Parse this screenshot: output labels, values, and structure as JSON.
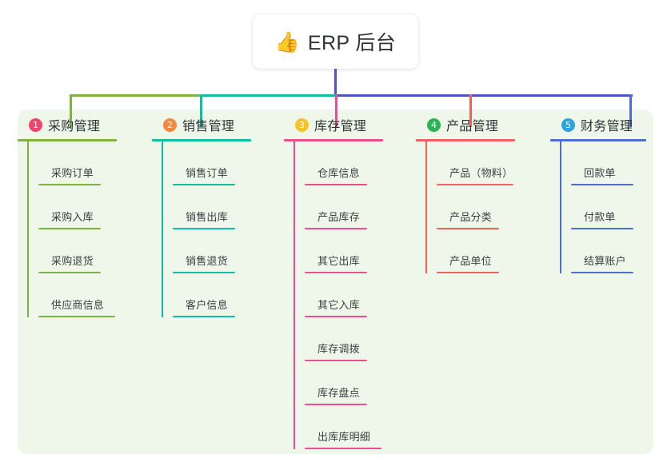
{
  "diagram": {
    "type": "mindmap",
    "canvas_bg": "#ffffff",
    "panel_bg": "#eef7e9",
    "root": {
      "icon": "thumbs-up-icon",
      "icon_glyph": "👍",
      "title": "ERP 后台",
      "stem_color": "#4c56c0"
    },
    "bus": [
      {
        "color": "#7cb342",
        "from": 87,
        "to": 250
      },
      {
        "color": "#0dbfa6",
        "from": 250,
        "to": 419
      },
      {
        "color": "#4c56c0",
        "from": 419,
        "to": 789
      }
    ],
    "branches": [
      {
        "number": "1",
        "title": "采购管理",
        "badge_color": "#f2456e",
        "accent": "#7cb342",
        "drop_color": "#7cb342",
        "items": [
          "采购订单",
          "采购入库",
          "采购退货",
          "供应商信息"
        ]
      },
      {
        "number": "2",
        "title": "销售管理",
        "badge_color": "#f5883c",
        "accent": "#0dbfa6",
        "drop_color": "#0dbfa6",
        "items": [
          "销售订单",
          "销售出库",
          "销售退货",
          "客户信息"
        ]
      },
      {
        "number": "3",
        "title": "库存管理",
        "badge_color": "#f7c325",
        "accent": "#ef4d91",
        "drop_color": "#ef4d91",
        "items": [
          "仓库信息",
          "产品库存",
          "其它出库",
          "其它入库",
          "库存调拨",
          "库存盘点",
          "出库库明细"
        ]
      },
      {
        "number": "4",
        "title": "产品管理",
        "badge_color": "#2bb457",
        "accent": "#f2625b",
        "drop_color": "#f2625b",
        "items": [
          "产品（物料）",
          "产品分类",
          "产品单位"
        ]
      },
      {
        "number": "5",
        "title": "财务管理",
        "badge_color": "#2aa3e0",
        "accent": "#4a6fd0",
        "drop_color": "#4a6fd0",
        "items": [
          "回款单",
          "付款单",
          "结算账户"
        ]
      }
    ]
  }
}
